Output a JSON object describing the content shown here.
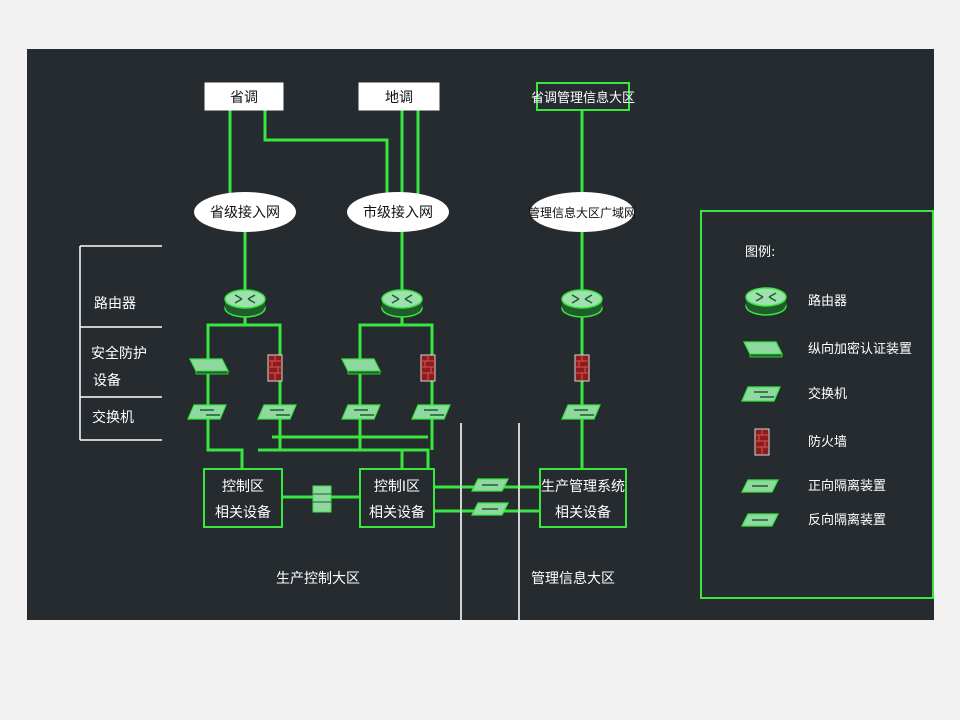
{
  "nodes": {
    "provincial_dispatch": "省调",
    "local_dispatch": "地调",
    "provincial_mis_zone": "省调管理信息大区",
    "provincial_access_net": "省级接入网",
    "city_access_net": "市级接入网",
    "mis_wan": "管理信息大区广域网",
    "control_zone_a_line1": "控制区",
    "control_zone_a_line2": "相关设备",
    "control_zone_b_line1": "控制Ⅰ区",
    "control_zone_b_line2": "相关设备",
    "prod_mgmt_line1": "生产管理系统",
    "prod_mgmt_line2": "相关设备"
  },
  "row_labels": {
    "router": "路由器",
    "security_line1": "安全防护",
    "security_line2": "设备",
    "switch": "交换机"
  },
  "zones": {
    "production_control": "生产控制大区",
    "management_info": "管理信息大区"
  },
  "legend": {
    "title": "图例:",
    "items": [
      {
        "icon": "router-icon",
        "label": "路由器"
      },
      {
        "icon": "encryption-device-icon",
        "label": "纵向加密认证装置"
      },
      {
        "icon": "switch-icon",
        "label": "交换机"
      },
      {
        "icon": "firewall-icon",
        "label": "防火墙"
      },
      {
        "icon": "forward-isolation-icon",
        "label": "正向隔离装置"
      },
      {
        "icon": "reverse-isolation-icon",
        "label": "反向隔离装置"
      }
    ]
  },
  "colors": {
    "background": "#252b2f",
    "page": "#f2f2f2",
    "link": "#37e63e",
    "device_fill": "#8fd9a0",
    "firewall": "#c0392b",
    "text": "#ffffff"
  }
}
